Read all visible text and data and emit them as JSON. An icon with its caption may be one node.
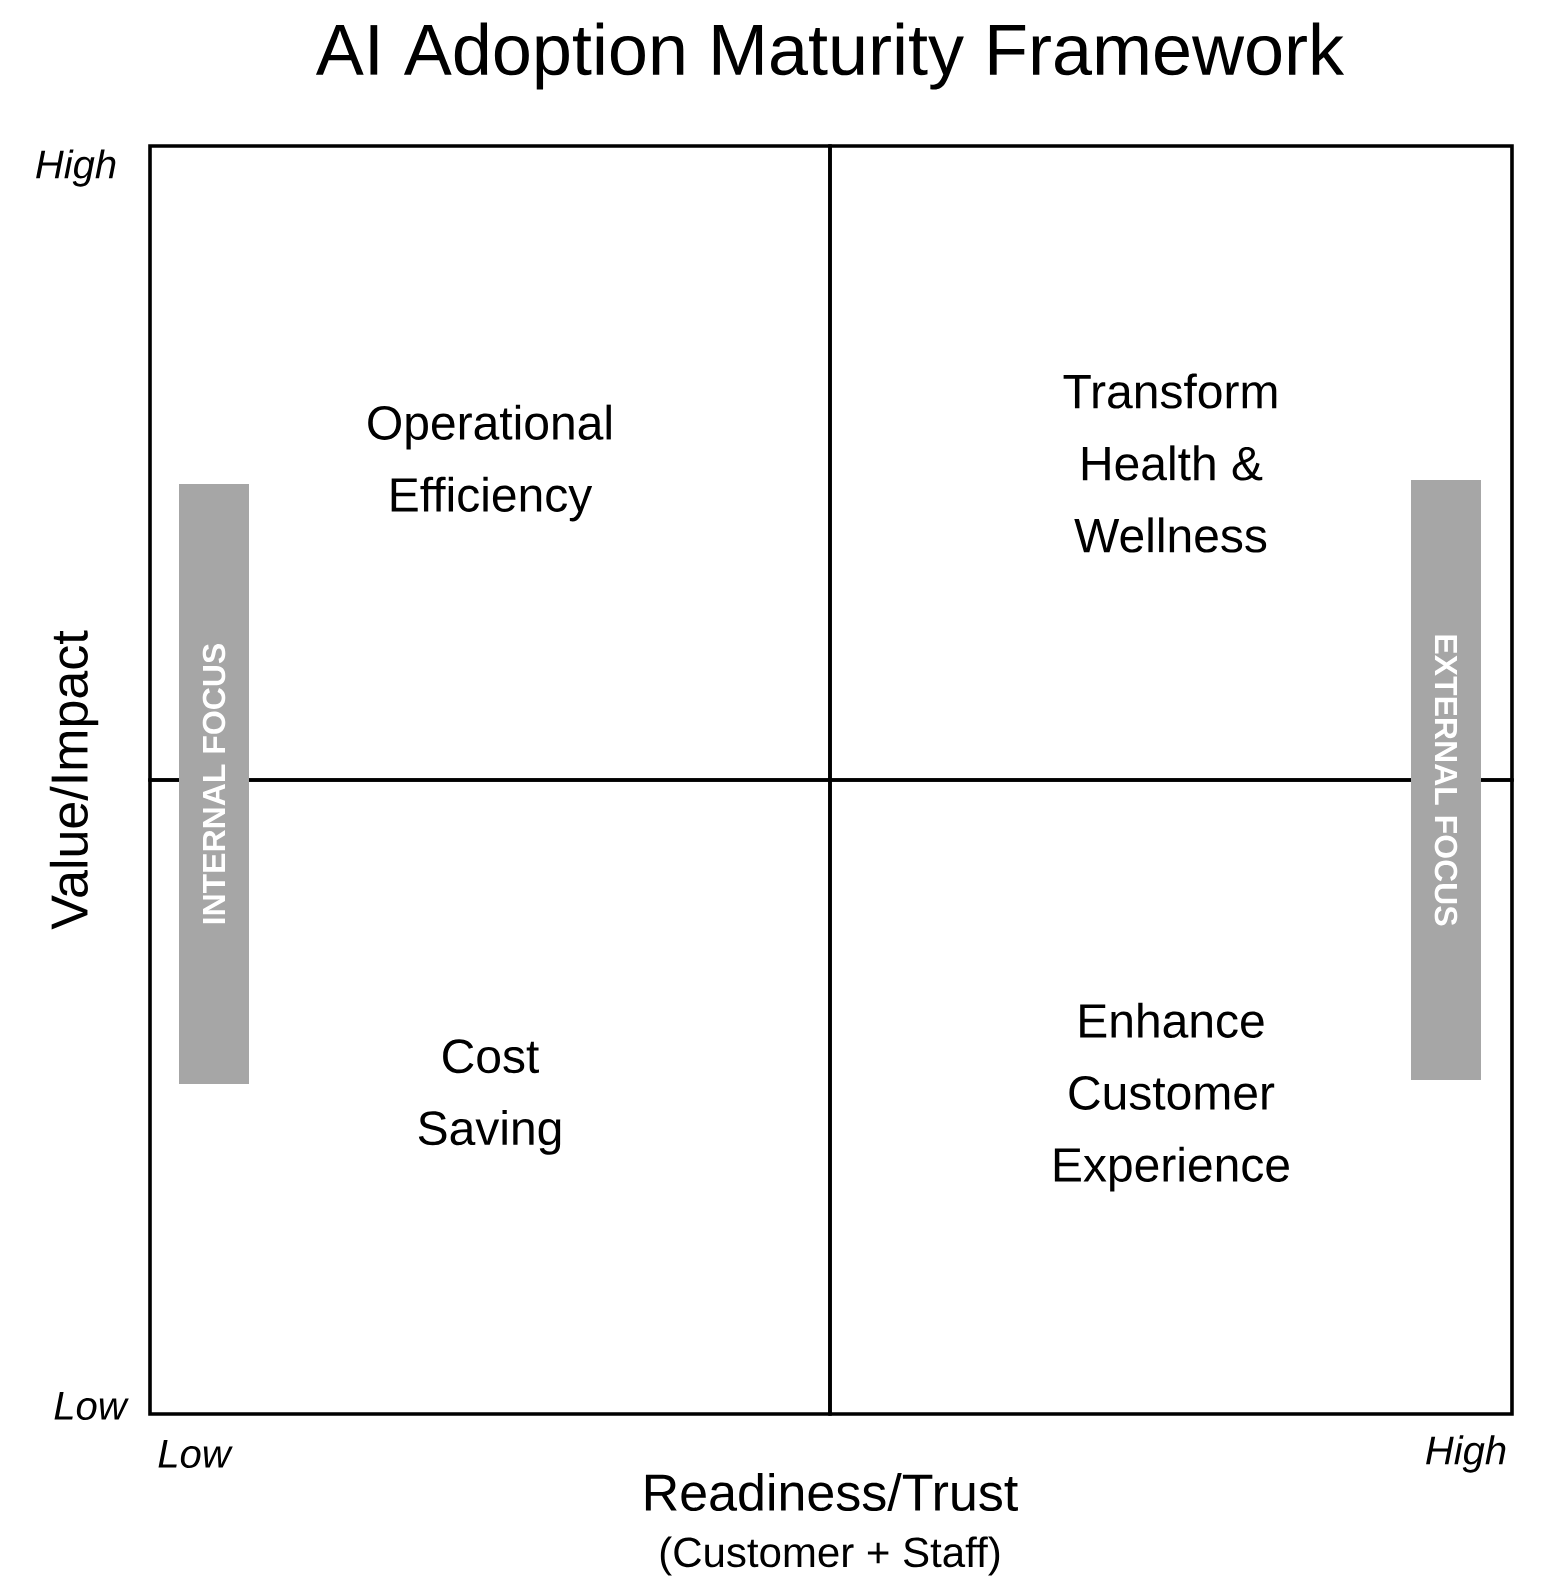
{
  "diagram": {
    "title": "AI Adoption Maturity Framework",
    "nodes": [
      {
        "text": [
          "Operational Efficiency"
        ]
      },
      {
        "text": [
          "Transform Health & Wellness"
        ]
      },
      {
        "text": [
          "Cost Saving"
        ]
      },
      {
        "text": [
          "Enhance Customer Experience"
        ]
      },
      {
        "text": [
          "INTERNAL FOCUS"
        ]
      },
      {
        "text": [
          "EXTERNAL FOCUS"
        ]
      }
    ],
    "labels": [
      "High",
      "Value/Impact",
      "Low",
      "Low",
      "High",
      "Readiness/Trust",
      "(Customer + Staff)"
    ]
  }
}
